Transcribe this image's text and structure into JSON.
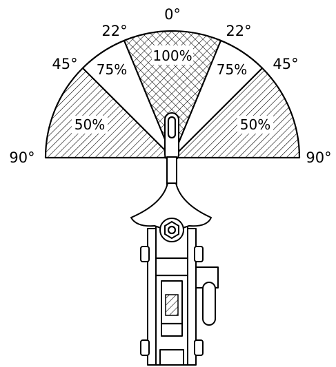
{
  "angle_labels": {
    "left_90": "90°",
    "left_45": "45°",
    "left_22": "22°",
    "top_0": "0°",
    "right_22": "22°",
    "right_45": "45°",
    "right_90": "90°"
  },
  "zone_labels": {
    "center": "100%",
    "left_mid": "75%",
    "right_mid": "75%",
    "left_outer": "50%",
    "right_outer": "50%"
  }
}
